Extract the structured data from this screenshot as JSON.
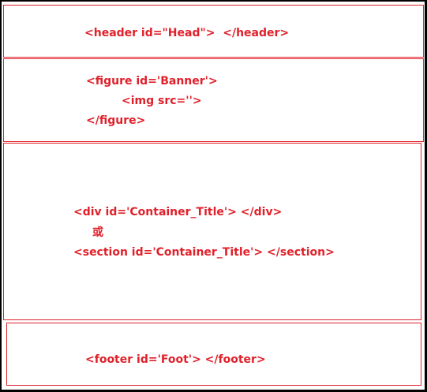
{
  "accent_color": "#e0202a",
  "header_box": {
    "code": "<header id=\"Head\">  </header>"
  },
  "figure_box": {
    "line1": "<figure id='Banner'>",
    "line2": "<img src=''>",
    "line3": "</figure>"
  },
  "container_box": {
    "line1": "<div id='Container_Title'> </div>",
    "line2": "或",
    "line3": "<section id='Container_Title'> </section>"
  },
  "footer_box": {
    "code": "<footer id='Foot'> </footer>"
  }
}
